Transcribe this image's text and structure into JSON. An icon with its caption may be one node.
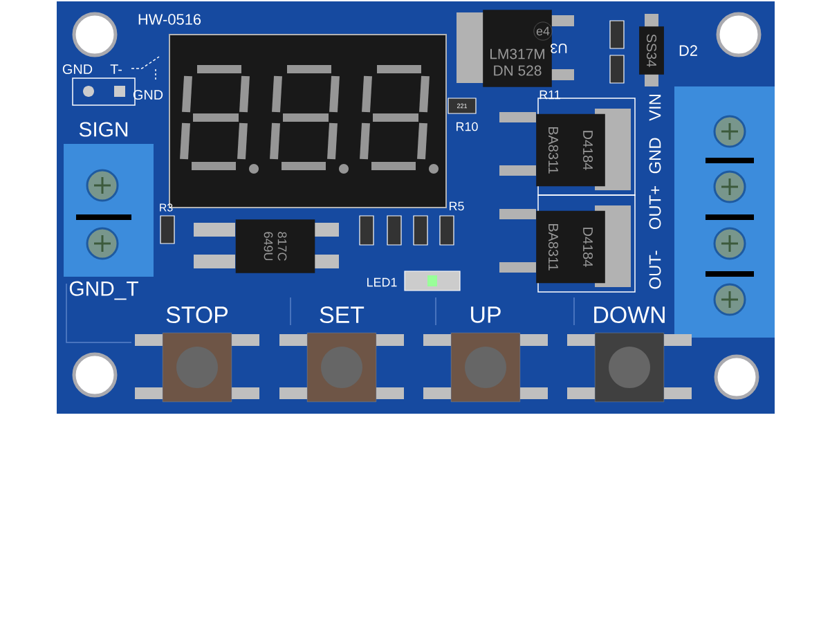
{
  "diagram": {
    "nodes": [
      {
        "text": [
          "e4",
          "LM317M",
          "DN 528"
        ]
      },
      {
        "text": [
          "SS34"
        ]
      },
      {
        "text": [
          "BA8311",
          "D4184"
        ]
      },
      {
        "text": [
          "BA8311",
          "D4184"
        ]
      },
      {
        "text": [
          "817C",
          "649U"
        ]
      },
      {
        "text": [],
        "shape": "box",
        "beside": [
          "STOP"
        ]
      },
      {
        "text": [],
        "shape": "box",
        "beside": [
          "SET"
        ]
      },
      {
        "text": [],
        "shape": "box",
        "beside": [
          "UP"
        ]
      },
      {
        "text": [],
        "shape": "box",
        "beside": [
          "DOWN"
        ]
      }
    ],
    "labels": [
      "HW-0516",
      "GND",
      "T-",
      "GND",
      "SIGN",
      "GND_T",
      "R3",
      "U3",
      "D2",
      "221",
      "R10",
      "R11",
      "R5",
      "LED1",
      "VIN",
      "GND",
      "OUT+",
      "OUT-"
    ]
  }
}
